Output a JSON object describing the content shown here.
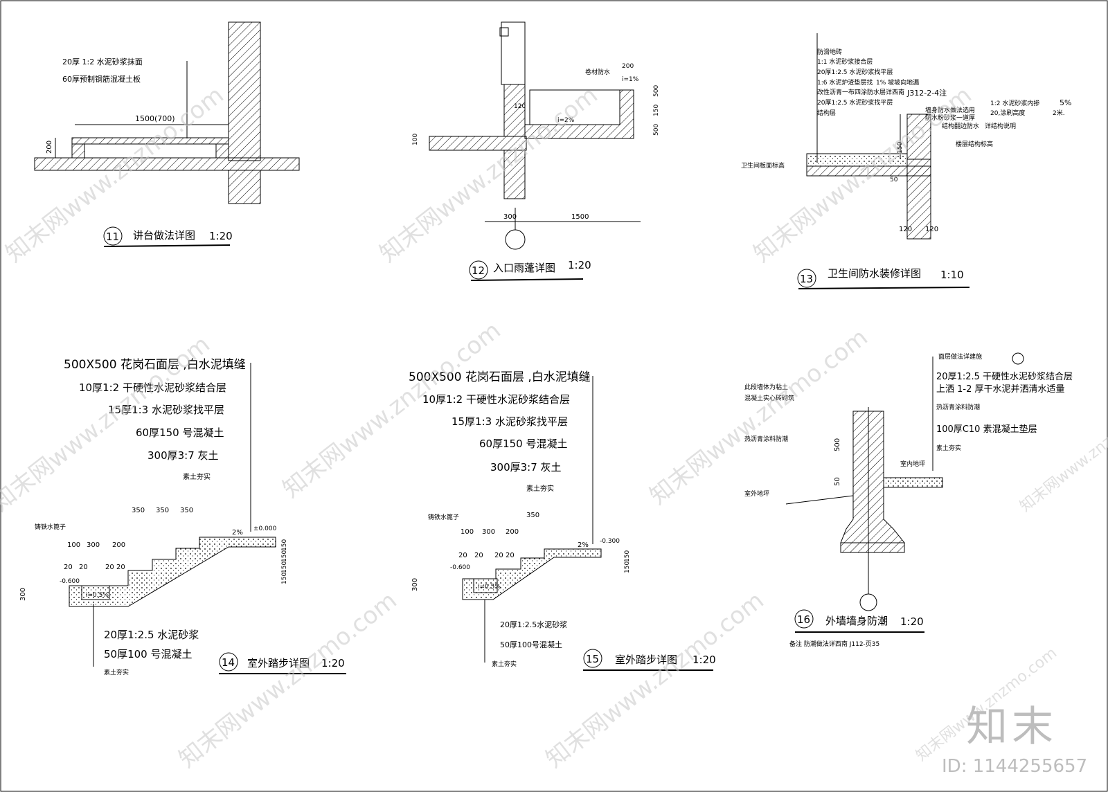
{
  "watermark": {
    "site": "知末网www.znzmo.com",
    "brand": "知末",
    "id_text": "ID: 1144255657"
  },
  "details": [
    {
      "num": "11",
      "title": "讲台做法详图",
      "scale": "1:20",
      "notes": [
        "20厚 1:2 水泥砂浆抹面",
        "60厚预制钢筋混凝土板"
      ],
      "dims": [
        "1500(700)",
        "200"
      ]
    },
    {
      "num": "12",
      "title": "入口雨蓬详图",
      "scale": "1:20",
      "notes": [
        "卷材防水",
        "i=1%",
        "i=2%"
      ],
      "dims": [
        "200",
        "500",
        "150",
        "500",
        "120",
        "100",
        "300",
        "1500"
      ]
    },
    {
      "num": "13",
      "title": "卫生间防水装修详图",
      "scale": "1:10",
      "notes": [
        "防滑地砖",
        "1:1 水泥砂浆接合层",
        "20厚1:2.5 水泥砂浆找平层",
        "1:6 水泥炉渣垫层找",
        "1% 坡坡向地漏",
        "改性沥青一布四涂防水层详西南",
        "J312-2-4注",
        "20厚1:2.5 水泥砂浆找平层",
        "结构层",
        "墙身防水做法选用",
        "1:2 水泥砂浆内掺",
        "5%",
        "防水粉砂浆一道厚",
        "20,涂刷高度",
        "2米.",
        "结构翻边防水",
        "详结构说明",
        "楼层结构标高",
        "卫生间板面标高"
      ],
      "dims": [
        "150",
        "50",
        "120",
        "120"
      ]
    },
    {
      "num": "14",
      "title": "室外踏步详图",
      "scale": "1:20",
      "layers": [
        "500X500 花岗石面层 ,白水泥填缝",
        "10厚1:2 干硬性水泥砂浆结合层",
        "15厚1:3 水泥砂浆找平层",
        "60厚150 号混凝土",
        "300厚3:7 灰土",
        "素土夯实"
      ],
      "bottom": [
        "20厚1:2.5 水泥砂浆",
        "50厚100 号混凝土",
        "素土夯实"
      ],
      "labels": [
        "铸铁水篦子",
        "2%",
        "±0.000",
        "-0.600",
        "i=0.5%"
      ],
      "dims": [
        "350",
        "350",
        "350",
        "100",
        "300",
        "200",
        "20",
        "20",
        "20",
        "20",
        "300",
        "150",
        "150",
        "150",
        "150"
      ]
    },
    {
      "num": "15",
      "title": "室外踏步详图",
      "scale": "1:20",
      "layers": [
        "500X500 花岗石面层 ,白水泥填缝",
        "10厚1:2 干硬性水泥砂浆结合层",
        "15厚1:3 水泥砂浆找平层",
        "60厚150 号混凝土",
        "300厚3:7 灰土",
        "素土夯实"
      ],
      "bottom": [
        "20厚1:2.5水泥砂浆",
        "50厚100号混凝土",
        "素土夯实"
      ],
      "labels": [
        "铸铁水篦子",
        "2%",
        "-0.300",
        "-0.600",
        "i=0.5%"
      ],
      "dims": [
        "350",
        "100",
        "300",
        "200",
        "20",
        "20",
        "20",
        "20",
        "300",
        "150",
        "150"
      ]
    },
    {
      "num": "16",
      "title": "外墙墙身防潮",
      "scale": "1:20",
      "notes": [
        "面层做法详建施",
        "20厚1:2.5 干硬性水泥砂浆结合层",
        "上洒 1-2 厚干水泥并洒清水适量",
        "热沥青涂料防潮",
        "100厚C10 素混凝土垫层",
        "素土夯实",
        "此段墙体为粘土",
        "混凝土实心砖砌筑",
        "热沥青涂料防潮",
        "室外地坪",
        "室内地坪"
      ],
      "remark": "备注  防潮做法详西南 J112-页35",
      "dims": [
        "500",
        "50"
      ]
    }
  ]
}
